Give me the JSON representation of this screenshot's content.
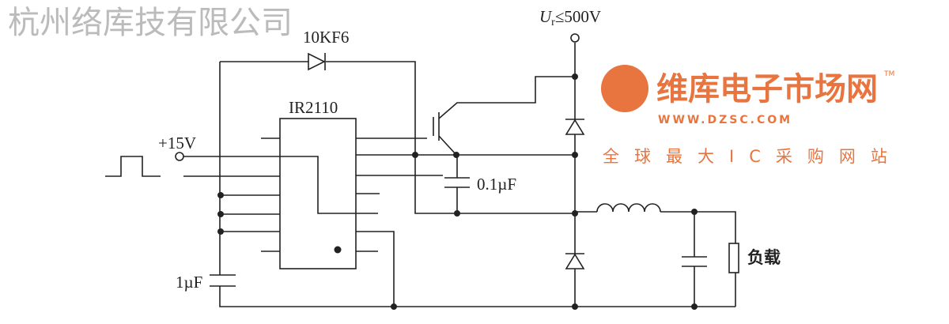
{
  "diagram": {
    "diode_label": "10KF6",
    "chip_label": "IR2110",
    "supply_label": "+15V",
    "bootstrap_cap_label": "0.1µF",
    "supply_cap_label": "1µF",
    "voltage_label_main": "U",
    "voltage_label_sub": "r",
    "voltage_label_rest": "≤500V",
    "load_label": "负载"
  },
  "watermark": {
    "company": "杭州络库技有限公司",
    "brand": "维库电子市场网",
    "tm": "TM",
    "url": "WWW.DZSC.COM",
    "slogan": "全球最大IC采购网站",
    "color": "#e8743f"
  }
}
